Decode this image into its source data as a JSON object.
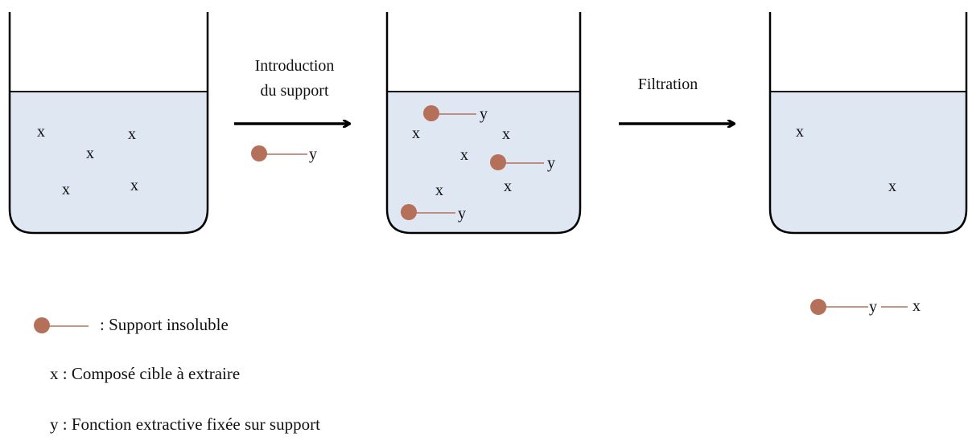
{
  "steps": {
    "introduction_line1": "Introduction",
    "introduction_line2": "du support",
    "filtration": "Filtration"
  },
  "symbols": {
    "x": "x",
    "y": "y"
  },
  "legend": {
    "support": ": Support insoluble",
    "x_def": "x : Composé cible à extraire",
    "y_def": "y : Fonction extractive fixée sur support"
  },
  "colors": {
    "liquid": "#dfe7f3",
    "bead": "#b5705a",
    "stroke": "#000000"
  }
}
